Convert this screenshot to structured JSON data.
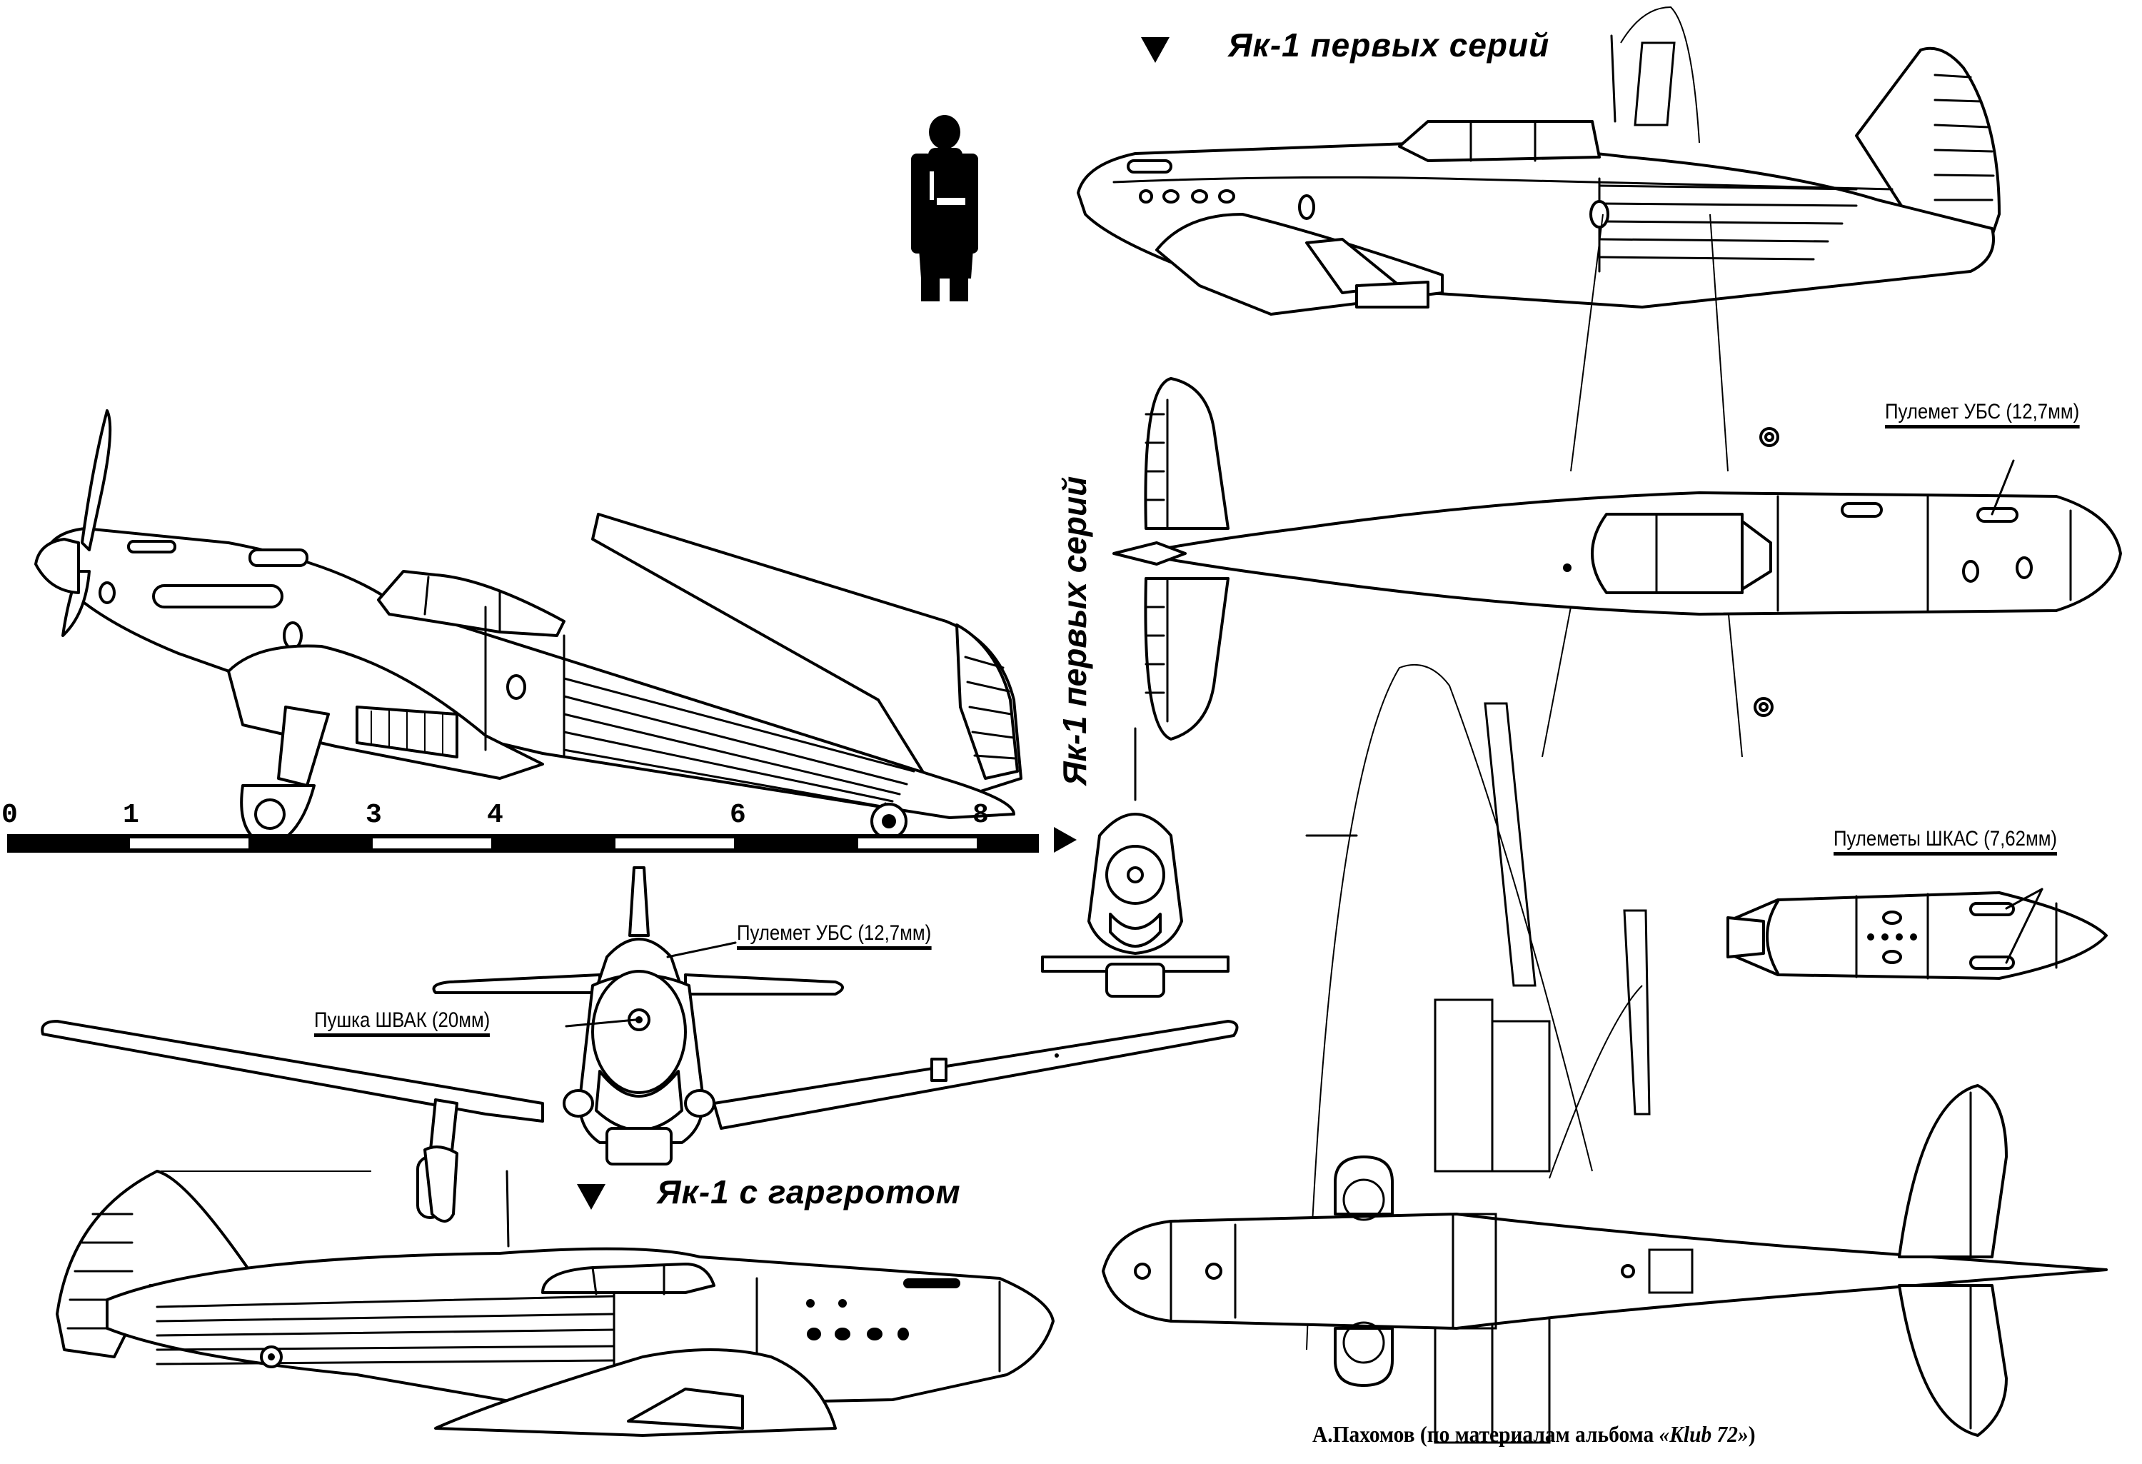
{
  "views": {
    "side_first_series": {
      "title": "Як-1 первых серий",
      "marker_icon": "down-triangle-icon"
    },
    "top_first_series_vertical": {
      "title": "Як-1 первых серий",
      "marker_icon": "right-triangle-icon"
    },
    "side_with_turtleback": {
      "title": "Як-1 с гаргротом",
      "marker_icon": "down-triangle-icon"
    }
  },
  "callouts": {
    "front_ubs": "Пулемет УБС (12,7мм)",
    "front_shvak": "Пушка ШВАК (20мм)",
    "top_ubs": "Пулемет УБС (12,7мм)",
    "shkas": "Пулеметы ШКАС (7,62мм)"
  },
  "scale_bar": {
    "unit": "m",
    "labels": [
      "0",
      "1",
      "3",
      "4",
      "6",
      "8"
    ],
    "label_values": [
      0,
      1,
      3,
      4,
      6,
      8
    ],
    "range": [
      0,
      8.5
    ],
    "segments": 9
  },
  "credit": {
    "author": "А.Пахомов (по материалам альбома ",
    "source": "«Klub 72»",
    "close": ")"
  },
  "figure": {
    "name": "pilot-figure"
  }
}
